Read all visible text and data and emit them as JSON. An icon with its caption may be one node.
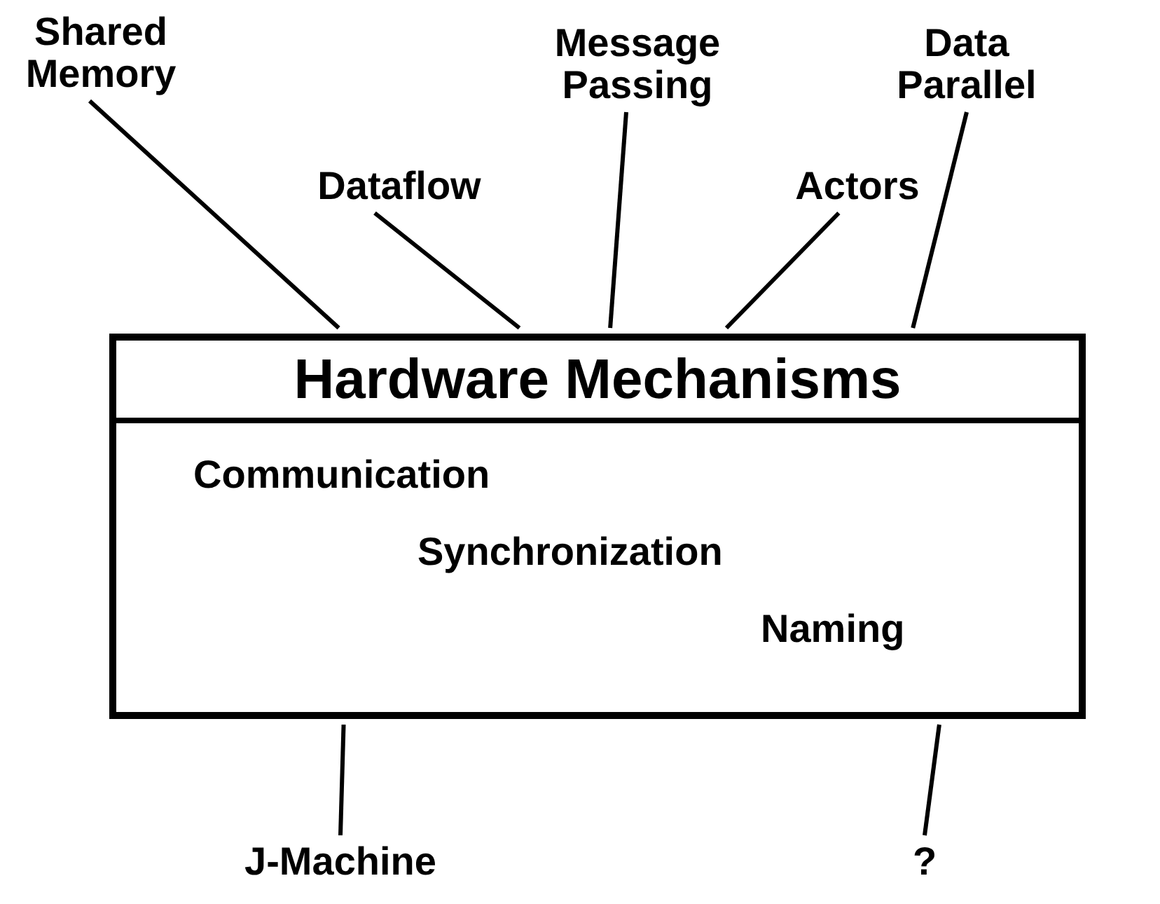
{
  "diagram": {
    "nodes": [
      {
        "text": [
          "Shared Memory"
        ]
      },
      {
        "text": [
          "Dataflow"
        ]
      },
      {
        "text": [
          "Message Passing"
        ]
      },
      {
        "text": [
          "Actors"
        ]
      },
      {
        "text": [
          "Data Parallel"
        ]
      },
      {
        "text": [
          "Hardware Mechanisms",
          "Communication",
          "Synchronization",
          "Naming"
        ]
      },
      {
        "text": [
          "J-Machine"
        ]
      },
      {
        "text": [
          "?"
        ]
      }
    ],
    "edges": [
      {
        "from": 0,
        "to": 5,
        "arrow": "none"
      },
      {
        "from": 1,
        "to": 5,
        "arrow": "none"
      },
      {
        "from": 2,
        "to": 5,
        "arrow": "none"
      },
      {
        "from": 3,
        "to": 5,
        "arrow": "none"
      },
      {
        "from": 4,
        "to": 5,
        "arrow": "none"
      },
      {
        "from": 5,
        "to": 6,
        "arrow": "none"
      },
      {
        "from": 5,
        "to": 7,
        "arrow": "none"
      }
    ]
  }
}
